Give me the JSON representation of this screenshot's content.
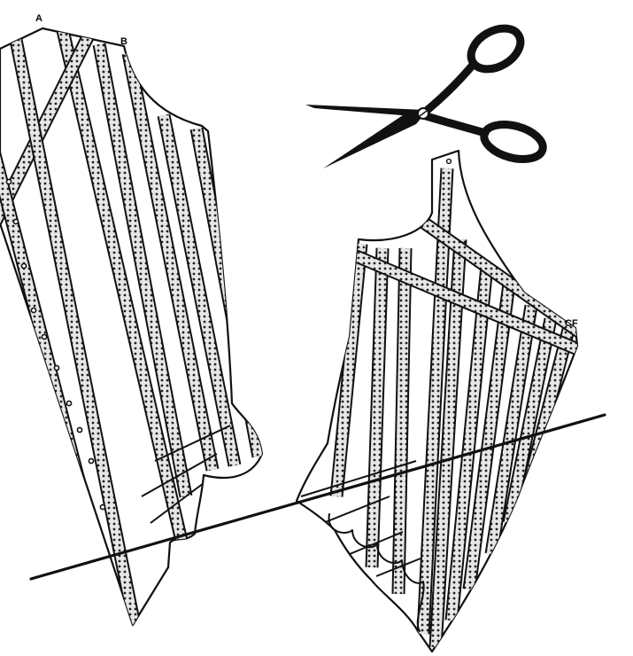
{
  "labels": {
    "point_a": "A",
    "point_b": "B",
    "center_front": "CF"
  },
  "icons": {
    "scissors": "scissors-icon"
  },
  "colors": {
    "ink": "#111111",
    "paper": "#ffffff",
    "tape_fill": "#e6e6e6"
  }
}
